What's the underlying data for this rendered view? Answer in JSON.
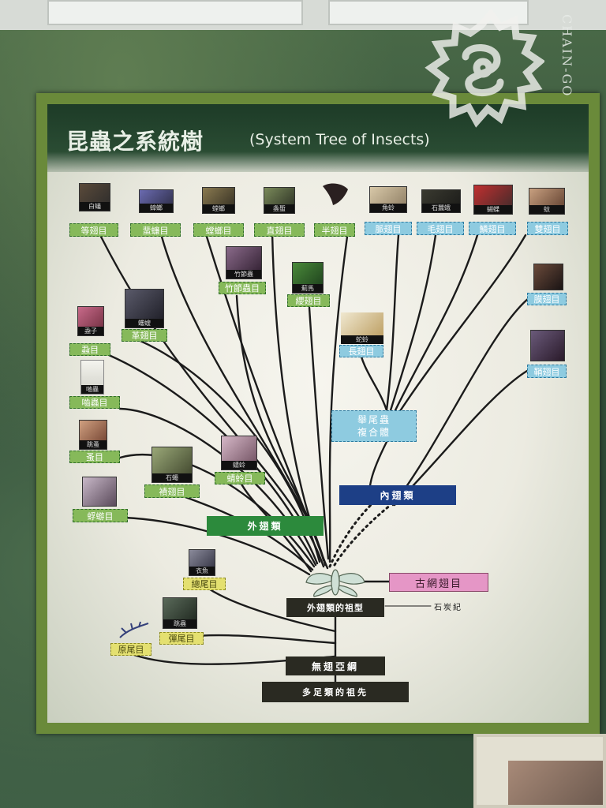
{
  "title": {
    "zh": "昆蟲之系統樹",
    "en": "(System Tree of Insects)"
  },
  "watermark": {
    "text": "CHAIN-GO"
  },
  "top_nodes": [
    {
      "photo": "白蟻",
      "label": "等翅目",
      "style": "g"
    },
    {
      "photo": "蟑螂",
      "label": "蜚蠊目",
      "style": "g"
    },
    {
      "photo": "螳螂",
      "label": "螳螂目",
      "style": "g"
    },
    {
      "photo": "螽蟴",
      "label": "直翅目",
      "style": "g"
    },
    {
      "photo": "",
      "label": "半翅目",
      "style": "g"
    },
    {
      "photo": "角蛉",
      "label": "脈翅目",
      "style": "b"
    },
    {
      "photo": "石蠶蛾",
      "label": "毛翅目",
      "style": "b"
    },
    {
      "photo": "蝴蝶",
      "label": "鱗翅目",
      "style": "b"
    },
    {
      "photo": "蚊",
      "label": "雙翅目",
      "style": "b"
    }
  ],
  "mid_nodes": {
    "walkingstick": {
      "photo": "竹節蟲",
      "label": "竹節蟲目"
    },
    "thrips": {
      "photo": "薊馬",
      "label": "纓翅目"
    },
    "earwig": {
      "photo": "蠼螋",
      "label": "革翅目"
    },
    "louse": {
      "photo": "蝨子",
      "label": "蝨目"
    },
    "booklouse": {
      "photo": "嚙蟲",
      "label": "嚙蟲目"
    },
    "flea": {
      "photo": "跳蚤",
      "label": "蚤目"
    },
    "stonefly": {
      "photo": "石蠅",
      "label": "襀翅目"
    },
    "dragonfly": {
      "photo": "蜻蛉",
      "label": "蜻蛉目"
    },
    "mayfly": {
      "photo": "",
      "label": "蜉蝣目"
    },
    "snakefly": {
      "photo": "蛇蛉",
      "label": "長翅目"
    },
    "hymen": {
      "photo": "",
      "label": "膜翅目"
    },
    "beetle": {
      "photo": "",
      "label": "鞘翅目"
    },
    "silverfish": {
      "photo": "衣魚",
      "label": "總尾目"
    },
    "jumper": {
      "photo": "跳蟲",
      "label": "彈尾目"
    },
    "protura": {
      "photo": "",
      "label": "原尾目"
    }
  },
  "groups": {
    "complex": "舉尾蟲\n複合體",
    "endo": "內翅類",
    "exo": "外翅類",
    "palaeo": "古網翅目",
    "exo_ancestor": "外翅類的祖型",
    "carbon": "石炭紀",
    "apterous": "無翅亞綱",
    "myriapod": "多足類的祖先"
  },
  "colors": {
    "frame": "#6a8a3a",
    "header": "#1d3b27",
    "green_label": "#86b95a",
    "blue_label": "#8ecbe0",
    "yellow_label": "#e4e070",
    "endo_bar": "#1d3f86",
    "exo_bar": "#2c8a3c",
    "palaeo_label": "#e596c6",
    "dark_bar": "#2a2a22"
  }
}
